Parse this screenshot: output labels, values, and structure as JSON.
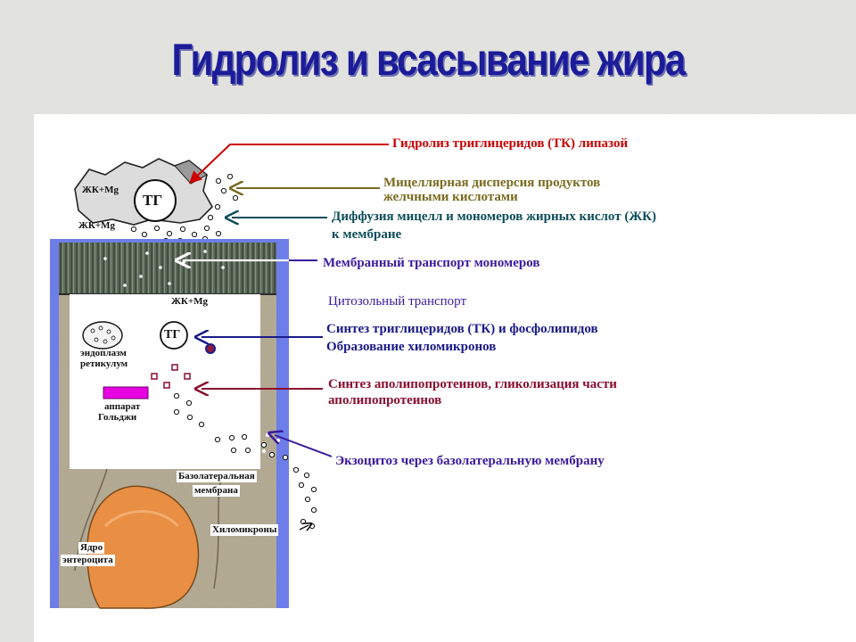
{
  "title": "Гидролиз  и  всасывание  жира",
  "labels": {
    "hydrolysis": "Гидролиз триглицеридов (ТК) липазой",
    "micellar_1": "Мицеллярная дисперсия продуктов",
    "micellar_2": "желчными кислотами",
    "diffusion_1": "Диффузия мицелл и мономеров жирных кислот (ЖК)",
    "diffusion_2": "к мембране",
    "membrane_transport": "Мембранный транспорт мономеров",
    "cytosol_transport": "Цитозольный транспорт",
    "synthesis_1": "Синтез триглицеридов (ТК) и фосфолипидов",
    "synthesis_2": "Образование хиломикронов",
    "apo_1": "Синтез аполипопротеинов, гликолизация части",
    "apo_2": "аполипопротеинов",
    "exocytosis": "Экзоцитоз через базолатеральную мембрану"
  },
  "diagram": {
    "tg_outer": "ТГ",
    "tg_inner": "ТГ",
    "fa_mg_1": "ЖК+Mg",
    "fa_mg_2": "ЖК+Mg",
    "fa_mg_3": "ЖК+Mg",
    "er_1": "эндоплазм",
    "er_2": "ретикулум",
    "golgi_1": "аппарат",
    "golgi_2": "Гольджи",
    "basolateral_1": "Базолатеральная",
    "basolateral_2": "мембрана",
    "chylomicrons": "Хиломикроны",
    "nucleus_1": "Ядро",
    "nucleus_2": "энтероцита"
  },
  "colors": {
    "title": "#1c1c9a",
    "red_label": "#cc0000",
    "olive_label": "#7a6a20",
    "teal_label": "#0d4d5a",
    "purple_label": "#3a1aa0",
    "maroon_label": "#8a0e2e",
    "blue_label": "#1a1a8a",
    "golgi": "#e800e0"
  }
}
